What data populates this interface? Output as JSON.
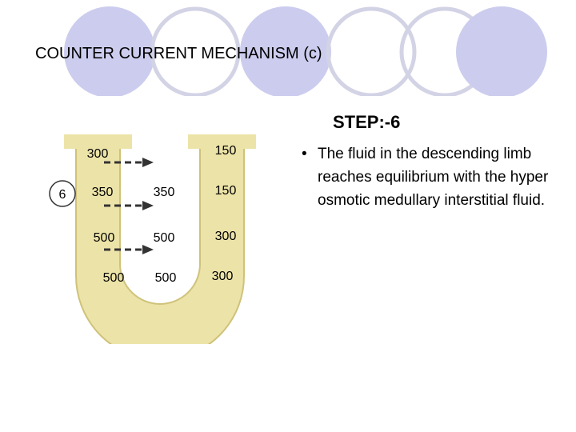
{
  "title": "COUNTER CURRENT MECHANISM (c)",
  "step_heading": "STEP:-6",
  "bullet": "The fluid in the descending limb reaches equilibrium with the hyper osmotic medullary interstitial fluid.",
  "diagram": {
    "step_badge": "6",
    "descending_limb": [
      "300",
      "350",
      "500",
      "500"
    ],
    "interstitium": [
      "350",
      "500",
      "500"
    ],
    "ascending_limb": [
      "150",
      "150",
      "300",
      "300"
    ]
  },
  "colors": {
    "circle_fill": "#ccccee",
    "circle_outline": "#d3d3e6",
    "tube_fill": "#ece3a8",
    "tube_outline": "#cfc27a",
    "arrow": "#333333"
  }
}
